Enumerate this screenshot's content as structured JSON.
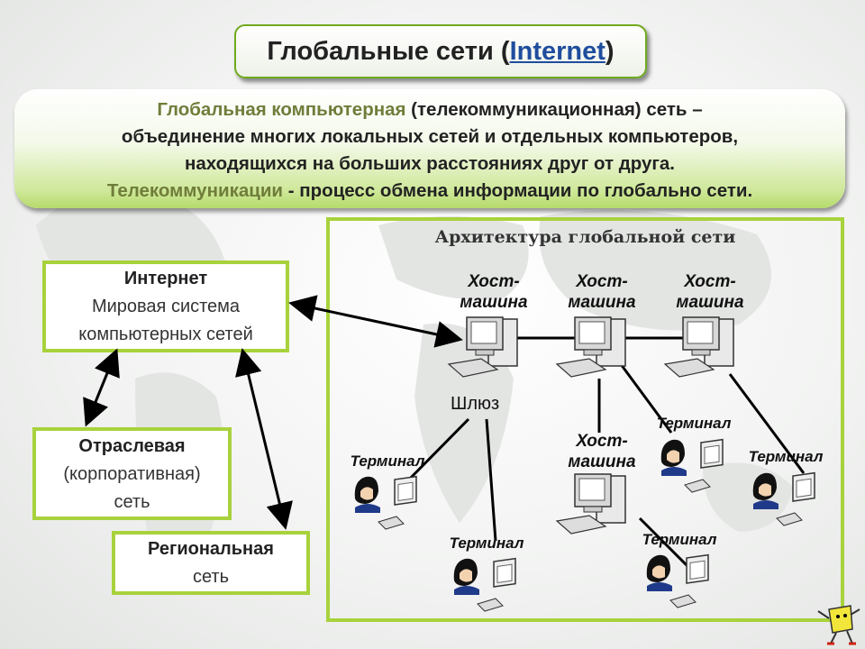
{
  "title": {
    "text_before": "Глобальные сети (",
    "highlight": "Internet",
    "text_after": ")"
  },
  "definition": {
    "line1_term": "Глобальная компьютерная",
    "line1_rest": " (телекоммуникационная) сеть –",
    "line2": "объединение многих локальных сетей и отдельных компьютеров,",
    "line3": "находящихся на больших расстояниях друг от друга.",
    "line4_term": "Телекоммуникации",
    "line4_rest": " - процесс обмена информации по глобально сети."
  },
  "internet_box": {
    "heading": "Интернет",
    "line1": "Мировая система",
    "line2": "компьютерных сетей"
  },
  "corporate_box": {
    "heading": "Отраслевая",
    "line1": "(корпоративная)",
    "line2": "сеть"
  },
  "regional_box": {
    "heading": "Региональная",
    "line1": "сеть"
  },
  "architecture": {
    "title": "Архитектура глобальной сети",
    "gateway_label": "Шлюз",
    "host_line1": "Хост-",
    "host_line2": "машина",
    "terminal_label": "Терминал"
  },
  "colors": {
    "frame_green": "#a8d23c",
    "title_link_blue": "#1f4d9e",
    "olive_text": "#6f7d3a"
  }
}
